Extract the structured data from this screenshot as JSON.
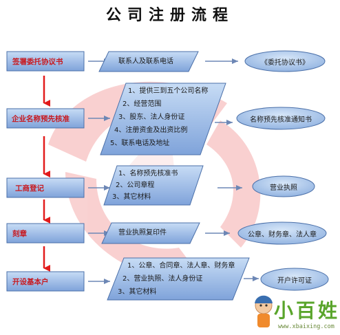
{
  "title": "公司注册流程",
  "steps": [
    {
      "label": "签署委托协议书",
      "details": [
        "联系人及联系电话"
      ],
      "result": "《委托协议书》"
    },
    {
      "label": "企业名称预先核准",
      "details": [
        "1、提供三到五个公司名称",
        "2、经营范围",
        "3、股东、法人身份证",
        "4、注册资金及出资比例",
        "5、联系电话及地址"
      ],
      "result": "名称预先核准通知书"
    },
    {
      "label": "工商登记",
      "details": [
        "1、名称预先核准书",
        "2、公司章程",
        "3、其它材料"
      ],
      "result": "营业执照"
    },
    {
      "label": "刻章",
      "details": [
        "营业执照复印件"
      ],
      "result": "公章、财务章、法人章"
    },
    {
      "label": "开设基本户",
      "details": [
        "1、公章、合同章、法人章、财务章",
        "2、营业执照、法人身份证",
        "3、其它材料"
      ],
      "result": "开户许可证"
    }
  ],
  "watermark": {
    "brand": "小百姓",
    "url": "www.xbaixing.com"
  },
  "colors": {
    "box_top": "#b9d3f2",
    "box_bottom": "#7fa6dc",
    "border": "#4a6fa8",
    "step_text": "#c8191f",
    "flow_arrow": "#e21b1b",
    "link_arrow": "#6d87b5"
  }
}
